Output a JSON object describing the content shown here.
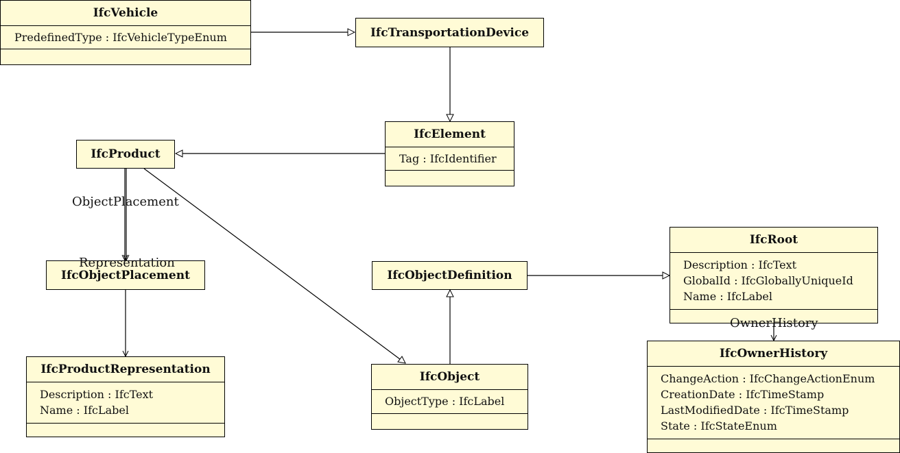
{
  "classes": {
    "vehicle": {
      "name": "IfcVehicle",
      "attributes": [
        "PredefinedType : IfcVehicleTypeEnum"
      ]
    },
    "transport": {
      "name": "IfcTransportationDevice"
    },
    "element": {
      "name": "IfcElement",
      "attributes": [
        "Tag : IfcIdentifier"
      ]
    },
    "product": {
      "name": "IfcProduct"
    },
    "placement": {
      "name": "IfcObjectPlacement"
    },
    "prodrep": {
      "name": "IfcProductRepresentation",
      "attributes": [
        "Description : IfcText",
        "Name : IfcLabel"
      ]
    },
    "objdef": {
      "name": "IfcObjectDefinition"
    },
    "object": {
      "name": "IfcObject",
      "attributes": [
        "ObjectType : IfcLabel"
      ]
    },
    "root": {
      "name": "IfcRoot",
      "attributes": [
        "Description : IfcText",
        "GlobalId : IfcGloballyUniqueId",
        "Name : IfcLabel"
      ]
    },
    "owner": {
      "name": "IfcOwnerHistory",
      "attributes": [
        "ChangeAction : IfcChangeActionEnum",
        "CreationDate : IfcTimeStamp",
        "LastModifiedDate : IfcTimeStamp",
        "State : IfcStateEnum"
      ]
    }
  },
  "associations": {
    "object_placement": "ObjectPlacement",
    "representation": "Representation",
    "owner_history": "OwnerHistory"
  }
}
